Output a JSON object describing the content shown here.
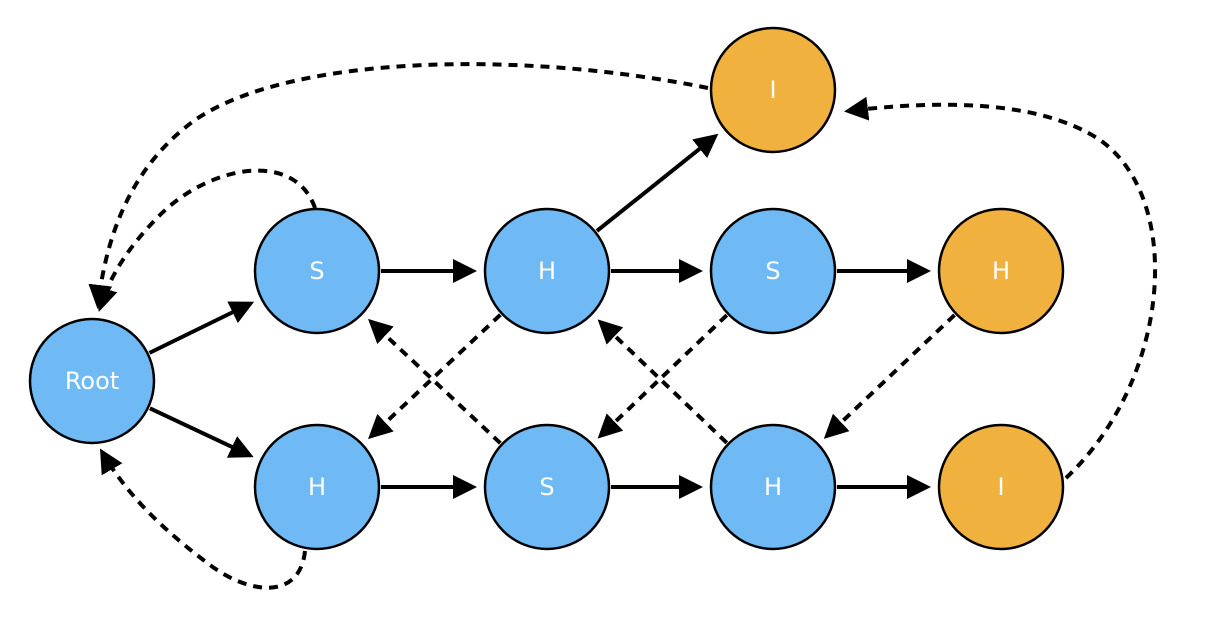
{
  "colors": {
    "blue": "#6fbaf5",
    "orange": "#f0b13f",
    "stroke": "#000000"
  },
  "nodes": [
    {
      "id": "root",
      "label": "Root",
      "color": "blue"
    },
    {
      "id": "s1",
      "label": "S",
      "color": "blue"
    },
    {
      "id": "h1",
      "label": "H",
      "color": "blue"
    },
    {
      "id": "i1",
      "label": "I",
      "color": "orange"
    },
    {
      "id": "s2",
      "label": "S",
      "color": "blue"
    },
    {
      "id": "h2",
      "label": "H",
      "color": "orange"
    },
    {
      "id": "h3",
      "label": "H",
      "color": "blue"
    },
    {
      "id": "s3",
      "label": "S",
      "color": "blue"
    },
    {
      "id": "h4",
      "label": "H",
      "color": "blue"
    },
    {
      "id": "i2",
      "label": "I",
      "color": "orange"
    }
  ],
  "edges": [
    {
      "from": "root",
      "to": "s1",
      "style": "solid"
    },
    {
      "from": "root",
      "to": "h3",
      "style": "solid"
    },
    {
      "from": "s1",
      "to": "h1",
      "style": "solid"
    },
    {
      "from": "h1",
      "to": "i1",
      "style": "solid"
    },
    {
      "from": "h1",
      "to": "s2",
      "style": "solid"
    },
    {
      "from": "s2",
      "to": "h2",
      "style": "solid"
    },
    {
      "from": "h3",
      "to": "s3",
      "style": "solid"
    },
    {
      "from": "s3",
      "to": "h4",
      "style": "solid"
    },
    {
      "from": "h4",
      "to": "i2",
      "style": "solid"
    },
    {
      "from": "i1",
      "to": "root",
      "style": "dashed"
    },
    {
      "from": "s1",
      "to": "root",
      "style": "dashed"
    },
    {
      "from": "h3",
      "to": "root",
      "style": "dashed"
    },
    {
      "from": "h1",
      "to": "h3",
      "style": "dashed"
    },
    {
      "from": "s3",
      "to": "s1",
      "style": "dashed"
    },
    {
      "from": "s2",
      "to": "s3",
      "style": "dashed"
    },
    {
      "from": "h4",
      "to": "h1",
      "style": "dashed"
    },
    {
      "from": "h2",
      "to": "h4",
      "style": "dashed"
    },
    {
      "from": "i2",
      "to": "i1",
      "style": "dashed"
    }
  ]
}
